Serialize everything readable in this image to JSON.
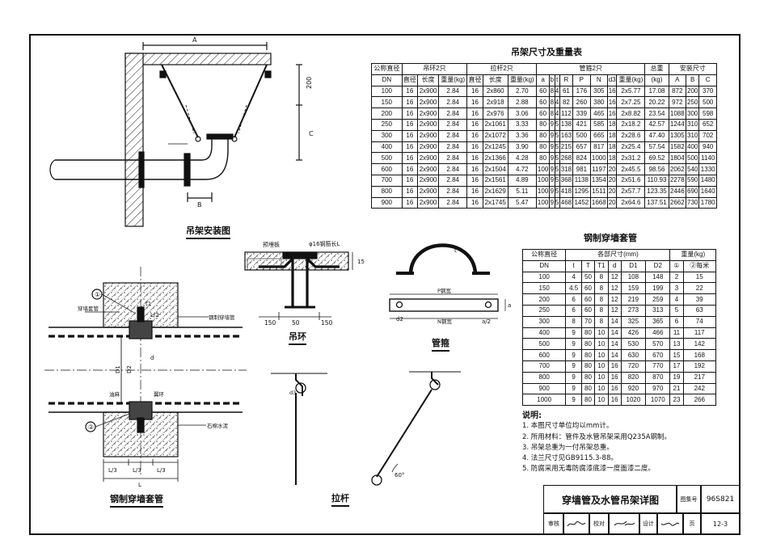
{
  "drawings": {
    "install_caption": "吊架安装图",
    "ring_caption": "吊环",
    "clamp_caption": "管箍",
    "tie_rod_caption": "拉杆",
    "sleeve_caption": "钢制穿墙套管",
    "labels": {
      "A": "A",
      "B": "B",
      "C": "C",
      "dim_200": "200",
      "embed_plate": "预埋板",
      "steel_rod": "φ16钢筋长L",
      "dim_150": "150",
      "dim_50": "50",
      "dim_15": "15",
      "pwide": "P钢宽",
      "nwide": "N钢宽",
      "d2": "d2",
      "a2": "a/2",
      "a": "a",
      "t": "t",
      "circle1": "①",
      "circle2": "②",
      "sleeve": "穿墙套管",
      "steel_sleeve": "钢制穿墙管",
      "filler": "油麻",
      "flange": "翼环",
      "sealant": "石棉水泥",
      "t1": "t1",
      "l2": "L/2",
      "l3": "L/3",
      "L": "L",
      "d": "d",
      "D1": "D1",
      "D2": "D2",
      "angle_60": "60°",
      "d3": "d3"
    }
  },
  "hanger_table": {
    "title": "吊架尺寸及重量表",
    "group_headers": [
      "公称直径",
      "吊环2只",
      "拉杆2只",
      "管箍2只",
      "总重",
      "安装尺寸"
    ],
    "columns": [
      "DN",
      "直径",
      "长度",
      "重量(kg)",
      "直径",
      "长度",
      "重量(kg)",
      "a",
      "b",
      "t",
      "R",
      "P",
      "N",
      "d3",
      "重量(kg)",
      "(kg)",
      "A",
      "B",
      "C"
    ],
    "rows": [
      [
        "100",
        "16",
        "2x900",
        "2.84",
        "16",
        "2x860",
        "2.70",
        "60",
        "8",
        "4",
        "61",
        "176",
        "305",
        "16",
        "2x5.77",
        "17.08",
        "872",
        "200",
        "370"
      ],
      [
        "150",
        "16",
        "2x900",
        "2.84",
        "16",
        "2x918",
        "2.88",
        "60",
        "8",
        "4",
        "82",
        "260",
        "380",
        "16",
        "2x7.25",
        "20.22",
        "972",
        "250",
        "500"
      ],
      [
        "200",
        "16",
        "2x900",
        "2.84",
        "16",
        "2x976",
        "3.06",
        "60",
        "8",
        "4",
        "112",
        "339",
        "465",
        "16",
        "2x8.82",
        "23.54",
        "1088",
        "300",
        "598"
      ],
      [
        "250",
        "16",
        "2x900",
        "2.84",
        "16",
        "2x1061",
        "3.33",
        "80",
        "9",
        "5",
        "138",
        "421",
        "585",
        "18",
        "2x18.2",
        "42.57",
        "1244",
        "310",
        "652"
      ],
      [
        "300",
        "16",
        "2x900",
        "2.84",
        "16",
        "2x1072",
        "3.36",
        "80",
        "9",
        "5",
        "163",
        "500",
        "665",
        "18",
        "2x28.6",
        "47.40",
        "1305",
        "310",
        "702"
      ],
      [
        "400",
        "16",
        "2x900",
        "2.84",
        "16",
        "2x1245",
        "3.90",
        "80",
        "9",
        "5",
        "215",
        "657",
        "817",
        "18",
        "2x25.4",
        "57.54",
        "1582",
        "400",
        "940"
      ],
      [
        "500",
        "16",
        "2x900",
        "2.84",
        "16",
        "2x1366",
        "4.28",
        "80",
        "9",
        "5",
        "268",
        "824",
        "1000",
        "18",
        "2x31.2",
        "69.52",
        "1804",
        "500",
        "1140"
      ],
      [
        "600",
        "16",
        "2x900",
        "2.84",
        "16",
        "2x1504",
        "4.72",
        "100",
        "9",
        "5",
        "318",
        "981",
        "1197",
        "20",
        "2x45.5",
        "98.56",
        "2062",
        "540",
        "1330"
      ],
      [
        "700",
        "16",
        "2x900",
        "2.84",
        "16",
        "2x1561",
        "4.89",
        "100",
        "9",
        "5",
        "368",
        "1138",
        "1354",
        "20",
        "2x51.6",
        "110.93",
        "2278",
        "590",
        "1480"
      ],
      [
        "800",
        "16",
        "2x900",
        "2.84",
        "16",
        "2x1629",
        "5.11",
        "100",
        "9",
        "5",
        "418",
        "1295",
        "1511",
        "20",
        "2x57.7",
        "123.35",
        "2446",
        "690",
        "1640"
      ],
      [
        "900",
        "16",
        "2x900",
        "2.84",
        "16",
        "2x1745",
        "5.47",
        "100",
        "9",
        "5",
        "468",
        "1452",
        "1668",
        "20",
        "2x64.6",
        "137.51",
        "2662",
        "730",
        "1780"
      ]
    ]
  },
  "sleeve_table": {
    "title": "钢制穿墙套管",
    "group_headers": [
      "公称直径",
      "各部尺寸(mm)",
      "重量(kg)"
    ],
    "columns": [
      "DN",
      "t",
      "T",
      "T1",
      "d",
      "D1",
      "D2",
      "①",
      "②每米"
    ],
    "rows": [
      [
        "100",
        "4",
        "50",
        "8",
        "12",
        "108",
        "148",
        "2",
        "15"
      ],
      [
        "150",
        "4.5",
        "60",
        "8",
        "12",
        "159",
        "199",
        "3",
        "22"
      ],
      [
        "200",
        "6",
        "60",
        "8",
        "12",
        "219",
        "259",
        "4",
        "39"
      ],
      [
        "250",
        "6",
        "60",
        "8",
        "12",
        "273",
        "313",
        "5",
        "63"
      ],
      [
        "300",
        "8",
        "70",
        "8",
        "14",
        "325",
        "365",
        "6",
        "74"
      ],
      [
        "400",
        "9",
        "80",
        "10",
        "14",
        "426",
        "466",
        "11",
        "117"
      ],
      [
        "500",
        "9",
        "80",
        "10",
        "14",
        "530",
        "570",
        "13",
        "142"
      ],
      [
        "600",
        "9",
        "80",
        "10",
        "14",
        "630",
        "670",
        "15",
        "168"
      ],
      [
        "700",
        "9",
        "80",
        "10",
        "16",
        "720",
        "770",
        "17",
        "192"
      ],
      [
        "800",
        "9",
        "80",
        "10",
        "16",
        "820",
        "870",
        "19",
        "217"
      ],
      [
        "900",
        "9",
        "80",
        "10",
        "16",
        "920",
        "970",
        "21",
        "242"
      ],
      [
        "1000",
        "9",
        "80",
        "10",
        "16",
        "1020",
        "1070",
        "23",
        "266"
      ]
    ]
  },
  "notes": {
    "heading": "说明:",
    "items": [
      "1. 本图尺寸单位均以mm计。",
      "2. 所用材料：管件及水管吊架采用Q235A钢制。",
      "3. 吊架总重为一付吊架总重。",
      "4. 法兰尺寸见GB9115.3-88。",
      "5. 防腐采用无毒防腐漆底漆一度面漆二度。"
    ]
  },
  "title_block": {
    "drawing_title": "穿墙管及水管吊架详图",
    "atlas_label": "图集号",
    "atlas_no": "96S821",
    "review_label": "审核",
    "check_label": "校对",
    "design_label": "设计",
    "page_label": "页",
    "page_no": "12-3"
  }
}
